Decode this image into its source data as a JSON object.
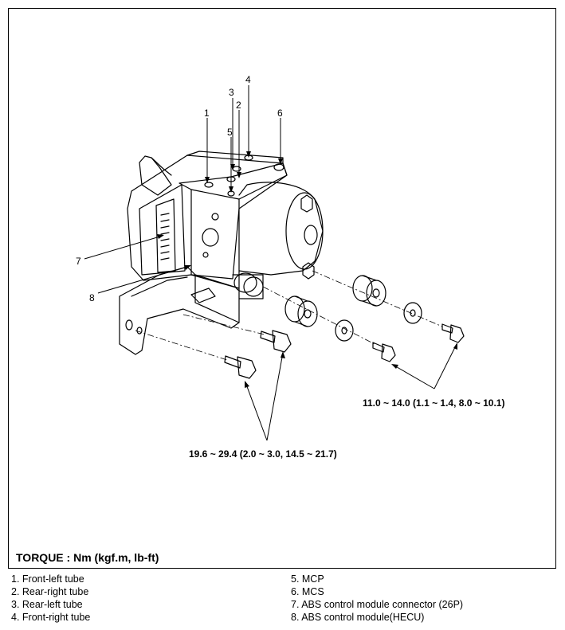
{
  "callouts": {
    "c1": "1",
    "c2": "2",
    "c3": "3",
    "c4": "4",
    "c5": "5",
    "c6": "6",
    "c7": "7",
    "c8": "8"
  },
  "torque": {
    "heading": "TORQUE : Nm (kgf.m, lb-ft)",
    "value_right": "11.0 ~ 14.0 (1.1 ~ 1.4, 8.0 ~ 10.1)",
    "value_bottom": "19.6 ~ 29.4 (2.0 ~ 3.0, 14.5 ~ 21.7)"
  },
  "legend": {
    "left": [
      "1. Front-left tube",
      "2. Rear-right tube",
      "3. Rear-left tube",
      "4. Front-right tube"
    ],
    "right": [
      "5. MCP",
      "6. MCS",
      "7. ABS control module connector (26P)",
      "8. ABS control module(HECU)"
    ]
  }
}
